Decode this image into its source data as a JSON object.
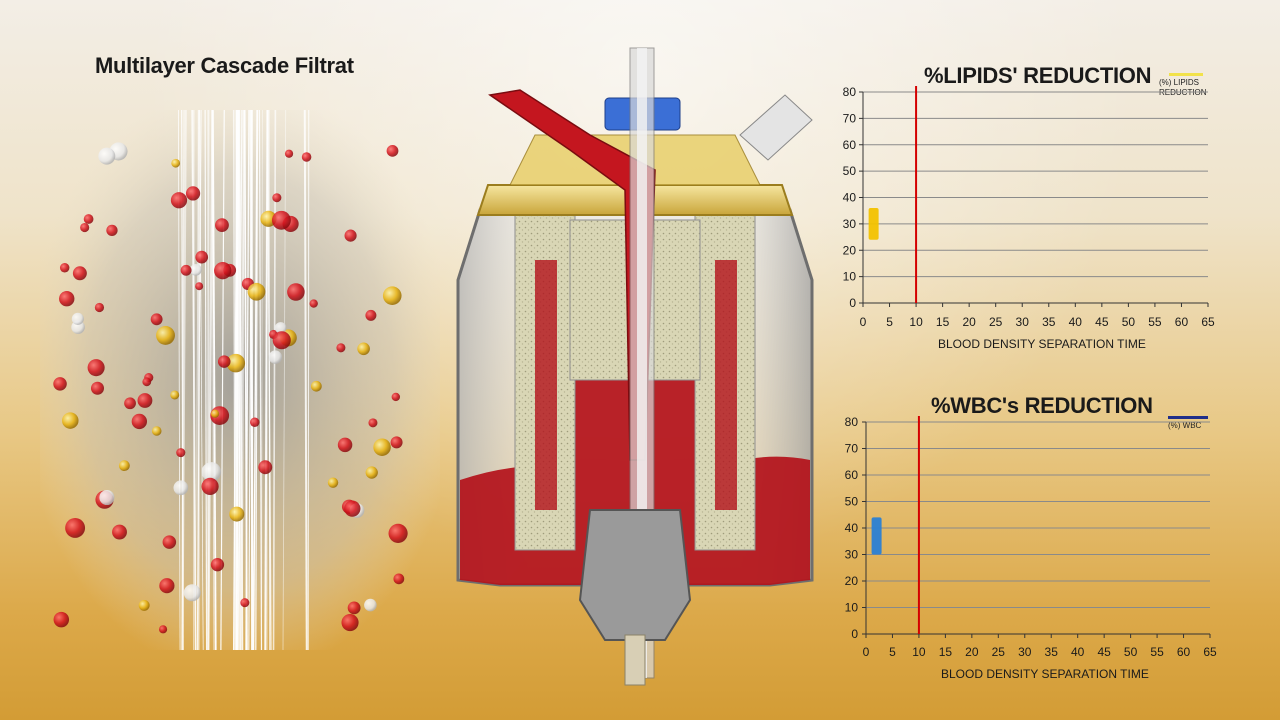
{
  "title": "Multilayer Cascade Filtrat",
  "colors": {
    "marker_line": "#d40000",
    "gridline": "#8a8a8a",
    "lipids_bar": "#f2c200",
    "wbc_bar": "#2a7fd4",
    "wbc_legend": "#1f2e8a"
  },
  "chart_data": [
    {
      "type": "bar",
      "title": "%LIPIDS' REDUCTION",
      "legend": "(%) LIPIDS REDUCTION",
      "xlabel": "BLOOD DENSITY SEPARATION TIME",
      "ylabel": "",
      "x_ticks": [
        0,
        5,
        10,
        15,
        20,
        25,
        30,
        35,
        40,
        45,
        50,
        55,
        60,
        65
      ],
      "y_ticks": [
        0,
        10,
        20,
        30,
        40,
        50,
        60,
        70,
        80
      ],
      "xlim": [
        0,
        65
      ],
      "ylim": [
        0,
        80
      ],
      "marker_x": 10,
      "bar": {
        "x": 2,
        "y_from": 24,
        "y_to": 36
      },
      "grid": true
    },
    {
      "type": "bar",
      "title": "%WBC's REDUCTION",
      "legend": "(%) WBC",
      "xlabel": "BLOOD DENSITY SEPARATION TIME",
      "ylabel": "",
      "x_ticks": [
        0,
        5,
        10,
        15,
        20,
        25,
        30,
        35,
        40,
        45,
        50,
        55,
        60,
        65
      ],
      "y_ticks": [
        0,
        10,
        20,
        30,
        40,
        50,
        60,
        70,
        80
      ],
      "xlim": [
        0,
        65
      ],
      "ylim": [
        0,
        80
      ],
      "marker_x": 10,
      "bar": {
        "x": 2,
        "y_from": 30,
        "y_to": 44
      },
      "grid": true
    }
  ]
}
